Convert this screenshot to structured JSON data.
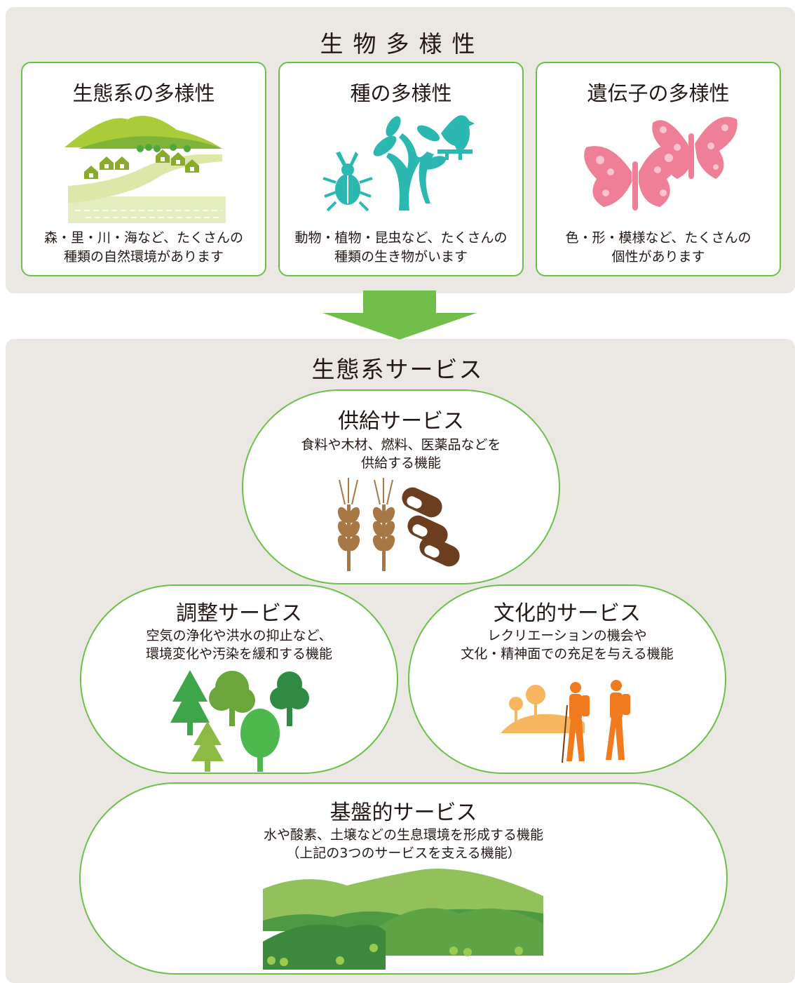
{
  "biodiversity": {
    "title": "生物多様性",
    "cards": [
      {
        "title": "生態系の多様性",
        "desc_line1": "森・里・川・海など、たくさんの",
        "desc_line2": "種類の自然環境があります",
        "icon": "landscape-illustration"
      },
      {
        "title": "種の多様性",
        "desc_line1": "動物・植物・昆虫など、たくさんの",
        "desc_line2": "種類の生き物がいます",
        "icon": "species-illustration"
      },
      {
        "title": "遺伝子の多様性",
        "desc_line1": "色・形・模様など、たくさんの",
        "desc_line2": "個性があります",
        "icon": "butterflies-illustration"
      }
    ]
  },
  "ecosystem_services": {
    "title": "生態系サービス",
    "supply": {
      "title": "供給サービス",
      "desc_line1": "食料や木材、燃料、医薬品などを",
      "desc_line2": "供給する機能",
      "icon": "wheat-capsules-illustration"
    },
    "regulating": {
      "title": "調整サービス",
      "desc_line1": "空気の浄化や洪水の抑止など、",
      "desc_line2": "環境変化や汚染を緩和する機能",
      "icon": "trees-illustration"
    },
    "cultural": {
      "title": "文化的サービス",
      "desc_line1": "レクリエーションの機会や",
      "desc_line2": "文化・精神面での充足を与える機能",
      "icon": "hikers-illustration"
    },
    "base": {
      "title": "基盤的サービス",
      "desc_line1": "水や酸素、土壌などの生息環境を形成する機能",
      "desc_line2": "（上記の3つのサービスを支える機能）",
      "icon": "mountains-illustration"
    }
  },
  "colors": {
    "panel_bg": "#ebe8e4",
    "border_green": "#6cc04a",
    "arrow_green": "#72be4a",
    "teal": "#2bb8b0",
    "pink": "#ef7f97",
    "brown": "#8b6234",
    "orange": "#f07b1f"
  }
}
